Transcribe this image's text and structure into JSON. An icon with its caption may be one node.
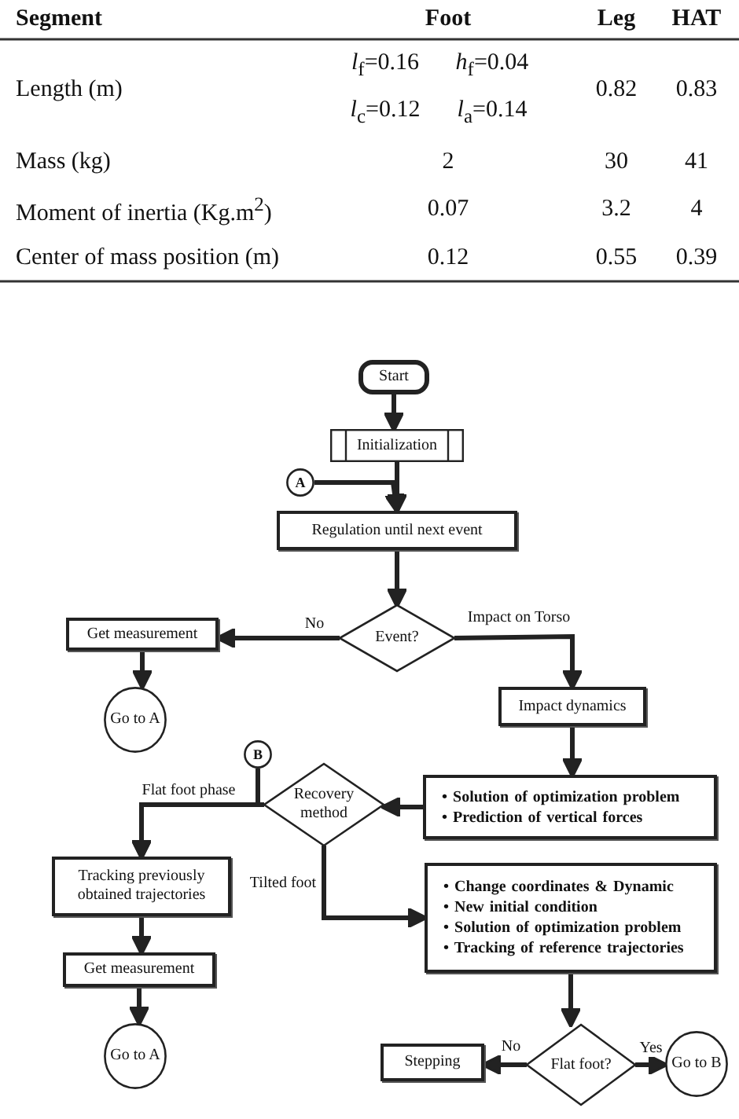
{
  "diagram": {
    "nodes": [
      {
        "text": [
          "Start"
        ]
      },
      {
        "text": [
          "Initialization"
        ]
      },
      {
        "text": [
          "A"
        ]
      },
      {
        "text": [
          "Regulation until next event"
        ]
      },
      {
        "text": [
          "Event?"
        ]
      },
      {
        "text": [
          "Get measurement"
        ]
      },
      {
        "text": [
          "Go to A"
        ]
      },
      {
        "text": [
          "Impact dynamics"
        ]
      },
      {
        "text": [
          "B"
        ]
      },
      {
        "text": [
          "Recovery method"
        ]
      },
      {
        "text": [
          "• Solution of optimization problem",
          "• Prediction of vertical forces"
        ]
      },
      {
        "text": [
          "Tracking previously obtained trajectories"
        ]
      },
      {
        "text": [
          "• Change coordinates & Dynamic",
          "• New initial condition",
          "• Solution of optimization problem",
          "• Tracking of reference trajectories"
        ]
      },
      {
        "text": [
          "Get measurement"
        ]
      },
      {
        "text": [
          "Go to A"
        ]
      },
      {
        "text": [
          "Flat foot?"
        ]
      },
      {
        "text": [
          "Stepping"
        ]
      },
      {
        "text": [
          "Go to B"
        ]
      }
    ],
    "edges": [
      {
        "from": 0,
        "to": 1,
        "arrow": "to"
      },
      {
        "from": 1,
        "to": 3,
        "arrow": "to"
      },
      {
        "from": 2,
        "to": 3,
        "arrow": "to"
      },
      {
        "from": 3,
        "to": 4,
        "arrow": "to"
      },
      {
        "from": 4,
        "to": 5,
        "arrow": "to",
        "label": "No"
      },
      {
        "from": 4,
        "to": 7,
        "arrow": "to",
        "label": "Impact on Torso"
      },
      {
        "from": 5,
        "to": 6,
        "arrow": "to"
      },
      {
        "from": 7,
        "to": 10,
        "arrow": "to"
      },
      {
        "from": 10,
        "to": 9,
        "arrow": "to"
      },
      {
        "from": 9,
        "to": 11,
        "arrow": "to",
        "label": "Flat foot phase"
      },
      {
        "from": 8,
        "to": 11,
        "arrow": "to"
      },
      {
        "from": 9,
        "to": 12,
        "arrow": "to",
        "label": "Tilted foot"
      },
      {
        "from": 11,
        "to": 13,
        "arrow": "to"
      },
      {
        "from": 13,
        "to": 14,
        "arrow": "to"
      },
      {
        "from": 12,
        "to": 15,
        "arrow": "to"
      },
      {
        "from": 15,
        "to": 16,
        "arrow": "to",
        "label": "No"
      },
      {
        "from": 15,
        "to": 17,
        "arrow": "to",
        "label": "Yes"
      }
    ],
    "labels": [
      "Segment",
      "Foot",
      "Leg",
      "HAT",
      "Length (m)",
      "*l*$_{f}$=0.16",
      "*h*$_{f}$=0.04",
      "*l*$_{c}$=0.12",
      "*l*$_{a}$=0.14",
      "0.82",
      "0.83",
      "Mass (kg)",
      "2",
      "30",
      "41",
      "Moment of inertia (Kg.m$^{2}$)",
      "0.07",
      "3.2",
      "4",
      "Center of mass position (m)",
      "0.12",
      "0.55",
      "0.39"
    ]
  }
}
